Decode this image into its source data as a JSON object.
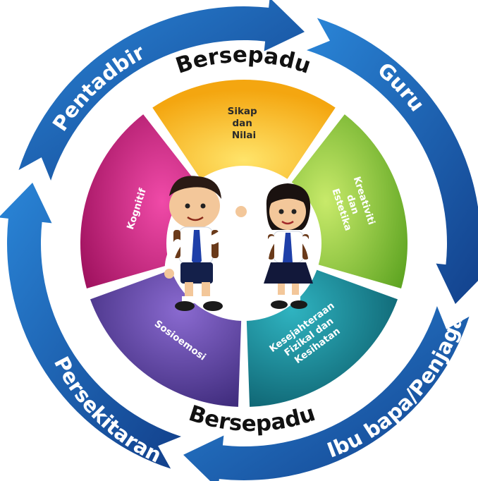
{
  "diagram": {
    "ring": [
      {
        "label": "Pentadbir",
        "color": "#1f6fc8"
      },
      {
        "label": "Guru",
        "color": "#1f5fb8"
      },
      {
        "label": "Ibu bapa/Penjaga",
        "color": "#1a4a9a"
      },
      {
        "label": "Persekitaran",
        "color": "#1f78d0"
      }
    ],
    "top_label": "Bersepadu",
    "bottom_label": "Bersepadu",
    "segments": [
      {
        "lines": [
          "Sikap",
          "dan",
          "Nilai"
        ],
        "color": "#f7b618"
      },
      {
        "lines": [
          "Kreativiti",
          "dan",
          "Estetika"
        ],
        "color": "#7cbd2a"
      },
      {
        "lines": [
          "Kesejahteraan",
          "Fizikal dan",
          "Kesihatan"
        ],
        "color": "#1a8a96"
      },
      {
        "lines": [
          "Sosioemosi"
        ],
        "color": "#5a3a9a"
      },
      {
        "lines": [
          "Kognitif"
        ],
        "color": "#c2187a"
      }
    ]
  }
}
